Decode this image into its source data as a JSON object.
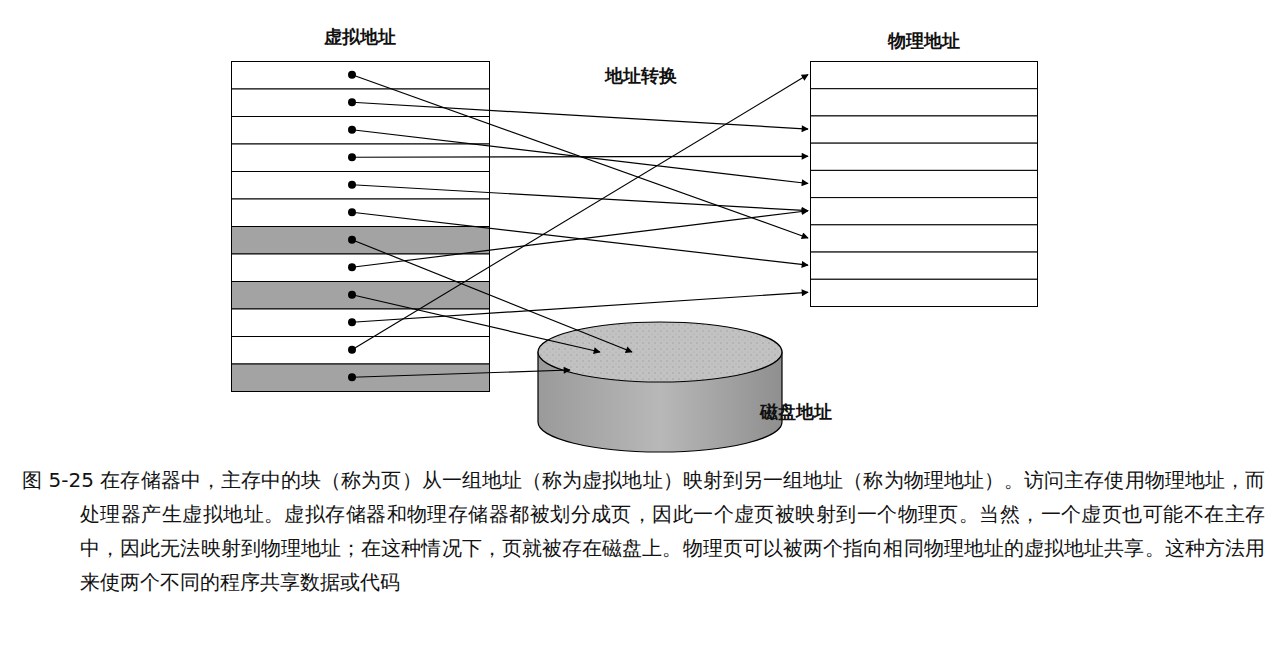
{
  "diagram": {
    "caption": "图 5-25 在存储器中，主存中的块（称为页）从一组地址（称为虚拟地址）映射到另一组地址（称为物理地址）。访问主存使用物理地址，而处理器产生虚拟地址。虚拟存储器和物理存储器都被划分成页，因此一个虚页被映射到一个物理页。当然，一个虚页也可能不在主存中，因此无法映射到物理地址；在这种情况下，页就被存在磁盘上。物理页可以被两个指向相同物理地址的虚拟地址共享。这种方法用来使两个不同的程序共享数据或代码",
    "nodes": [
      {
        "text": [
          "虚拟地址"
        ]
      },
      {
        "text": [
          "物理地址"
        ]
      },
      {
        "text": [
          "磁盘地址"
        ]
      }
    ],
    "edges": [
      {
        "from": 0,
        "to": 1,
        "arrow": "to"
      },
      {
        "from": 0,
        "to": 1,
        "arrow": "to"
      },
      {
        "from": 0,
        "to": 1,
        "arrow": "to"
      },
      {
        "from": 0,
        "to": 1,
        "arrow": "to"
      },
      {
        "from": 0,
        "to": 1,
        "arrow": "to"
      },
      {
        "from": 0,
        "to": 1,
        "arrow": "to"
      },
      {
        "from": 0,
        "to": 2,
        "arrow": "to"
      },
      {
        "from": 0,
        "to": 1,
        "arrow": "to"
      },
      {
        "from": 0,
        "to": 2,
        "arrow": "to"
      },
      {
        "from": 0,
        "to": 1,
        "arrow": "to"
      },
      {
        "from": 0,
        "to": 1,
        "arrow": "to"
      },
      {
        "from": 0,
        "to": 2,
        "arrow": "to"
      }
    ],
    "labels": [
      "地址转换"
    ]
  }
}
